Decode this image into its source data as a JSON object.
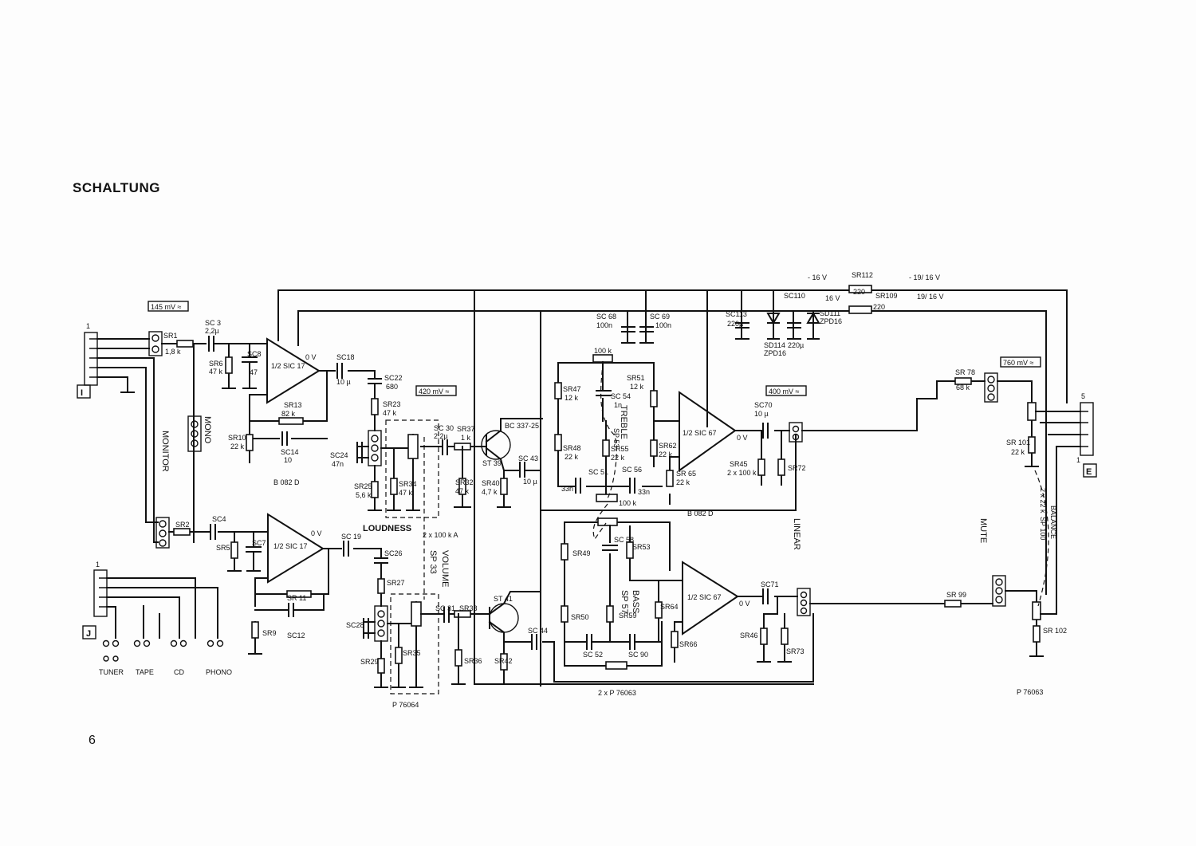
{
  "page": {
    "title": "SCHALTUNG",
    "page_number": "6"
  },
  "levels": {
    "in": "145 mV ≈",
    "mid": "420 mV ≈",
    "out": "400 mV ≈",
    "end": "760 mV ≈"
  },
  "supply": {
    "neg_in": "- 16 V",
    "neg_out": "- 19/ 16 V",
    "pos_in": "16 V",
    "pos_out": "19/ 16 V",
    "sr112": "SR112",
    "sr112v": "220",
    "sr109": "SR109",
    "sr109v": "220",
    "sc113": "SC113",
    "sc113v": "220µ",
    "sd114": "SD114",
    "zpd16a": "ZPD16",
    "sc110": "SC110",
    "sc110v": "220µ",
    "sd111": "SD111",
    "zpd16b": "ZPD16",
    "sc68": "SC 68",
    "sc68v": "100n",
    "sc69": "SC 69",
    "sc69v": "100n"
  },
  "ic": {
    "sic17a": "1/2 SIC 17",
    "sic17b": "1/2 SIC 17",
    "sic67a": "1/2 SIC 67",
    "sic67b": "1/2 SIC 67",
    "b082a": "B 082 D",
    "b082b": "B 082 D",
    "ov": "0 V"
  },
  "parts": {
    "sr1": "SR1",
    "sr1v": "1,8 k",
    "sc3": "SC 3",
    "sc3v": "2,2µ",
    "sr6": "SR6",
    "sr6v": "47 k",
    "sc8": "SC8",
    "sc8v": "47",
    "sr13": "SR13",
    "sr13v": "82 k",
    "sr10": "SR10",
    "sr10v": "22 k",
    "sc14": "SC14",
    "sc14v": "10",
    "sc18": "SC18",
    "sc18v": "10 µ",
    "sc22": "SC22",
    "sc22v": "680",
    "sr23": "SR23",
    "sr23v": "47 k",
    "sc24": "SC24",
    "sc24v": "47n",
    "sr25": "SR25",
    "sr25v": "5,6 k",
    "sr34": "SR34",
    "sr34v": "47 k",
    "sc30": "SC 30",
    "sc30v": "2,2µ",
    "sr37": "SR37",
    "sr37v": "1 k",
    "sr32": "SR32",
    "sr32v": "47 k",
    "st39": "ST 39",
    "bc337": "BC 337-25",
    "sr40": "SR40",
    "sr40v": "4,7 k",
    "sc43": "SC 43",
    "sc43v": "10 µ",
    "sr2": "SR2",
    "sc4": "SC4",
    "sr5": "SR5",
    "sc7": "SC7",
    "sc19": "SC 19",
    "sr11": "SR 11",
    "sr9": "SR9",
    "sc12": "SC12",
    "sc26": "SC26",
    "sr27": "SR27",
    "sc28": "SC28",
    "sr29": "SR29",
    "sr35": "SR35",
    "sc31": "SC 31",
    "sr38": "SR38",
    "sr36": "SR36",
    "st41": "ST 41",
    "sr42": "SR42",
    "sc44": "SC 44",
    "sr47": "SR47",
    "sr47v": "12 k",
    "sr48": "SR48",
    "sr48v": "22 k",
    "pot100k": "100 k",
    "sc54": "SC 54",
    "sc54v": "1n",
    "sr51": "SR51",
    "sr51v": "12 k",
    "sr55": "SR55",
    "sr55v": "22 k",
    "sr62": "SR62",
    "sr62v": "22 k",
    "sr65": "SR 65",
    "sr65v": "22 k",
    "sc51": "SC 51",
    "sc51v": "33n",
    "sc56": "SC 56",
    "sc56v": "33n",
    "pot100kb": "100 k",
    "sc70": "SC70",
    "sc70v": "10 µ",
    "sr45": "SR45",
    "sr45v": "2 x 100 k",
    "sr72": "SR72",
    "sr49": "SR49",
    "sc58": "SC 58",
    "sr53": "SR53",
    "sr50": "SR50",
    "sr59": "SR59",
    "sr64": "SR64",
    "sr66": "SR66",
    "sc52": "SC 52",
    "sc90": "SC 90",
    "sc71": "SC71",
    "sr46": "SR46",
    "sr73": "SR73",
    "sr78": "SR 78",
    "sr78v": "68 k",
    "sr101": "SR 101",
    "sr101v": "22 k",
    "sr99": "SR 99",
    "sr102": "SR 102",
    "sp100": "SP 100",
    "sp100v": "2 x 22 k",
    "balance": "BALANCE"
  },
  "controls": {
    "monitor": "MONITOR",
    "mono": "MONO",
    "loudness": "LOUDNESS",
    "volume": "VOLUME",
    "sp33": "SP 33",
    "vol_val": "2 x 100 k A",
    "treble": "TREBLE",
    "sp53": "SP 53",
    "bass": "BASS",
    "sp57": "SP 57",
    "linear": "LINEAR",
    "mute": "MUTE"
  },
  "refs": {
    "p76064": "P 76064",
    "p76063a": "2 x P 76063",
    "p76063b": "P 76063"
  },
  "connectors": {
    "I": "I",
    "J": "J",
    "E": "E",
    "pin1": "1",
    "pin5": "5",
    "inputs": [
      "TUNER",
      "TAPE",
      "CD",
      "PHONO"
    ]
  }
}
